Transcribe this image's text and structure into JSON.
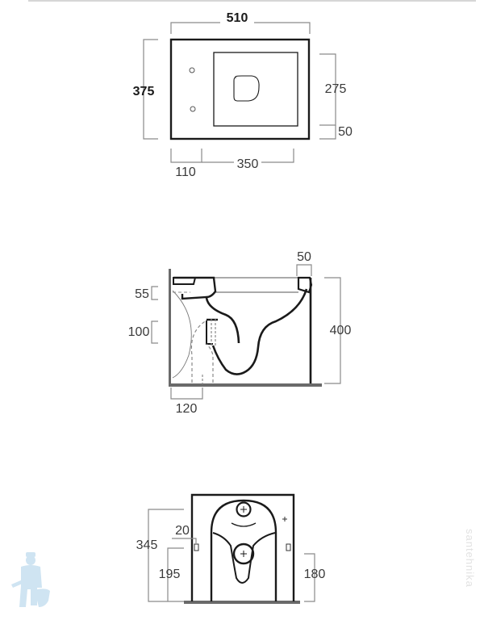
{
  "top_view": {
    "overall_width": "510",
    "overall_depth": "375",
    "seat_area_depth": "275",
    "front_offset": "50",
    "rear_offset": "110",
    "seat_area_width": "350"
  },
  "side_view": {
    "rim_thickness": "50",
    "inlet_height": "55",
    "outlet_height": "100",
    "overall_height": "400",
    "outlet_distance": "120"
  },
  "rear_view": {
    "inlet_height": "345",
    "bolt_spacing": "20",
    "bolt_height_left": "195",
    "bolt_height_right": "180"
  },
  "watermark": {
    "text": "santehnika"
  },
  "colors": {
    "outline": "#1a1a1a",
    "dimension_line": "#8a8a8a",
    "floor": "#6a6a6a",
    "watermark_logo": "#cfe4f2"
  }
}
